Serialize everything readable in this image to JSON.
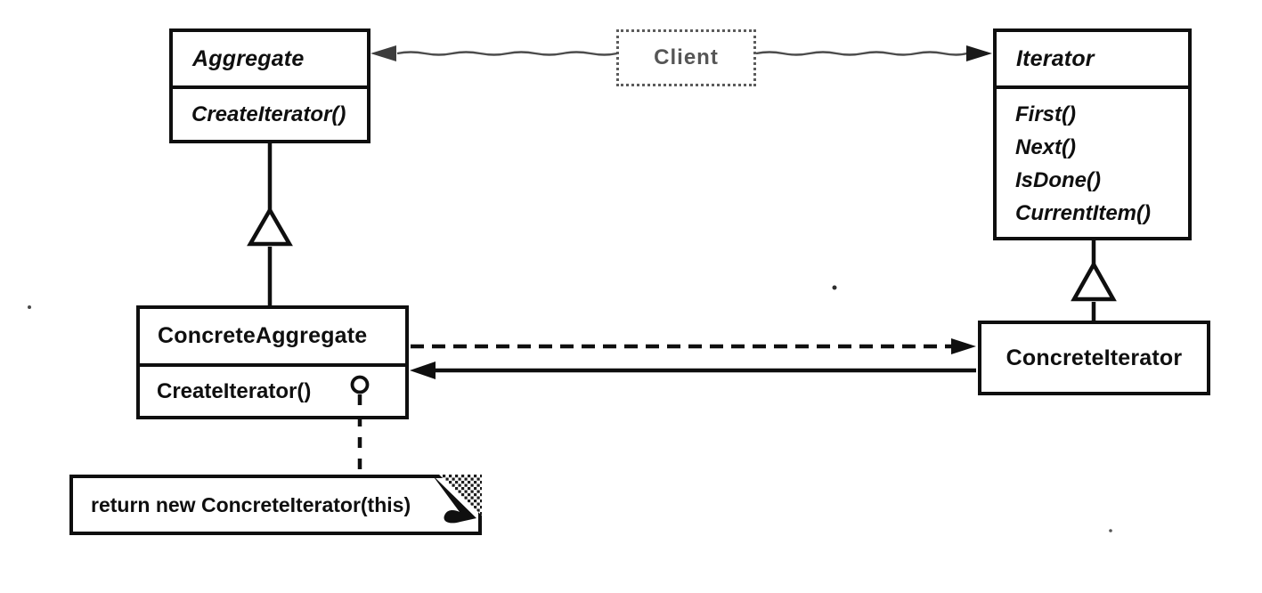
{
  "classes": {
    "aggregate": {
      "name": "Aggregate",
      "abstract": true,
      "methods": [
        "CreateIterator()"
      ]
    },
    "client": {
      "name": "Client"
    },
    "iterator": {
      "name": "Iterator",
      "abstract": true,
      "methods": [
        "First()",
        "Next()",
        "IsDone()",
        "CurrentItem()"
      ]
    },
    "concreteAggregate": {
      "name": "ConcreteAggregate",
      "abstract": false,
      "methods": [
        "CreateIterator()"
      ]
    },
    "concreteIterator": {
      "name": "ConcreteIterator",
      "abstract": false
    }
  },
  "note": {
    "text": "return new ConcreteIterator(this)"
  },
  "relationships": [
    {
      "from": "Client",
      "to": "Aggregate",
      "type": "association"
    },
    {
      "from": "Client",
      "to": "Iterator",
      "type": "association"
    },
    {
      "from": "ConcreteAggregate",
      "to": "Aggregate",
      "type": "inheritance"
    },
    {
      "from": "ConcreteIterator",
      "to": "Iterator",
      "type": "inheritance"
    },
    {
      "from": "ConcreteAggregate",
      "to": "ConcreteIterator",
      "type": "dashed-dependency"
    },
    {
      "from": "ConcreteIterator",
      "to": "ConcreteAggregate",
      "type": "association"
    },
    {
      "from": "ConcreteAggregate.CreateIterator()",
      "to": "note",
      "type": "note-anchor"
    }
  ],
  "colors": {
    "ink": "#0f0f0f",
    "client_gray": "#565656",
    "background": "#ffffff"
  }
}
